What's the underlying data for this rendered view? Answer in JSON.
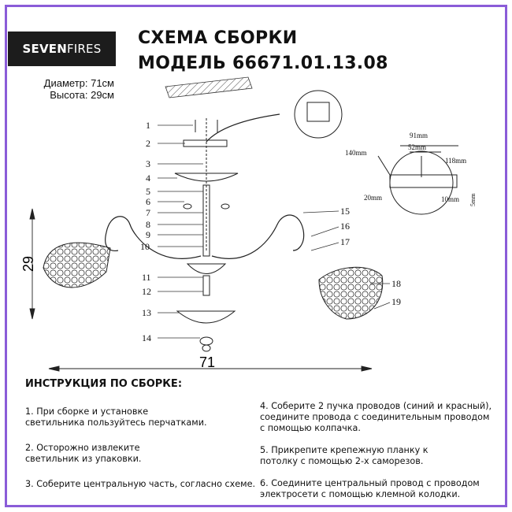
{
  "brand": {
    "part1": "SEVEN",
    "part2": "FIRES"
  },
  "title": {
    "line1": "СХЕМА СБОРКИ",
    "line2": "МОДЕЛЬ 66671.01.13.08"
  },
  "dimensions": {
    "diameter": "Диаметр: 71см",
    "height": "Высота: 29см"
  },
  "diagram": {
    "part_numbers_left": [
      "1",
      "2",
      "3",
      "4",
      "5",
      "6",
      "7",
      "8",
      "9",
      "10",
      "11",
      "12",
      "13",
      "14"
    ],
    "part_numbers_right": [
      "15",
      "16",
      "17",
      "18",
      "19"
    ],
    "height_label": "29",
    "width_label": "71",
    "detail_labels": {
      "dia": "140mm",
      "d91": "91mm",
      "d52": "52mm",
      "d118": "118mm",
      "d20": "20mm",
      "d10": "10mm",
      "d5": "5mm"
    }
  },
  "instructions": {
    "heading": "ИНСТРУКЦИЯ ПО СБОРКЕ:",
    "steps_left": [
      [
        "1. При сборке и установке",
        "светильника пользуйтесь перчатками."
      ],
      [
        "2. Осторожно извлеките",
        "светильник из упаковки."
      ],
      [
        "3. Соберите центральную часть, согласно схеме."
      ]
    ],
    "steps_right": [
      [
        "4. Соберите 2 пучка проводов (синий и красный),",
        "соедините провода с соединительным проводом",
        "с помощью колпачка."
      ],
      [
        "5. Прикрепите крепежную планку к",
        "потолку с помощью 2-х саморезов."
      ],
      [
        "6. Соедините центральный провод с проводом",
        "электросети с помощью клемной колодки."
      ]
    ]
  },
  "colors": {
    "frame": "#8a5cd8",
    "logo_bg": "#1c1c1c"
  }
}
